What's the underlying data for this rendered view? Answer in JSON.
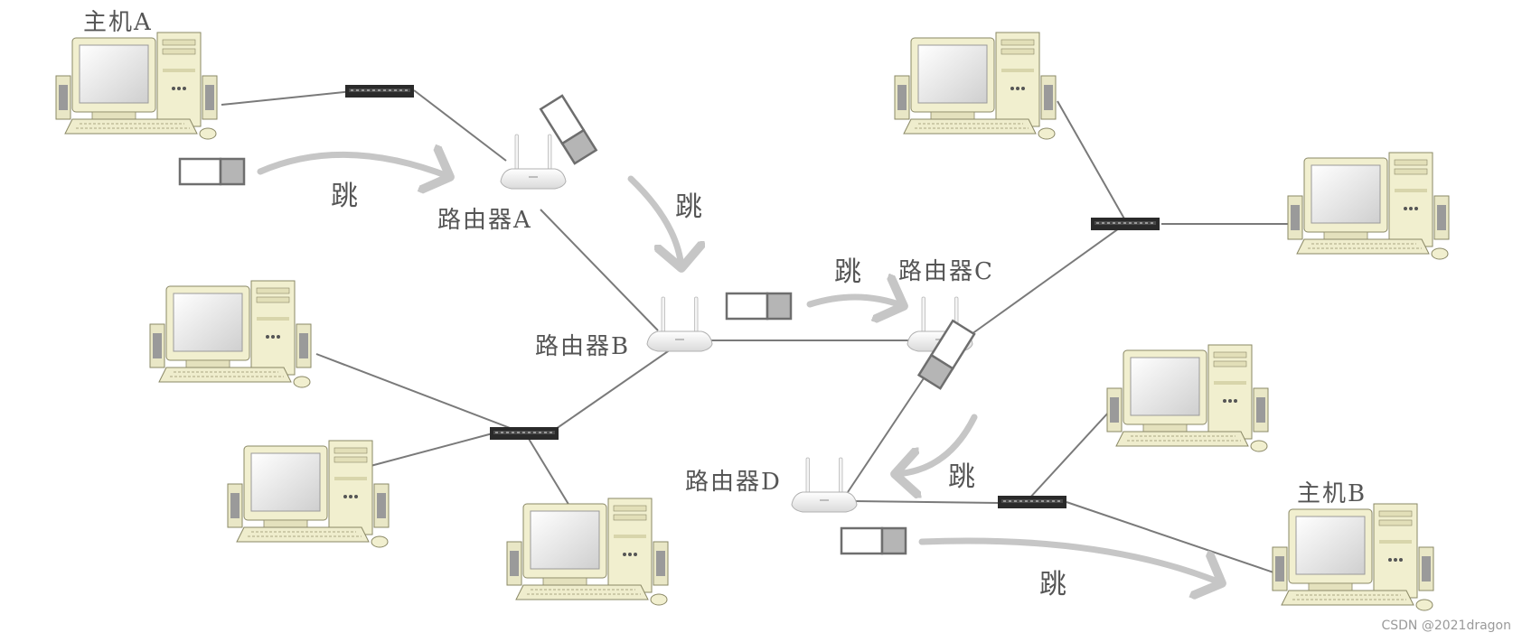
{
  "nodes": {
    "host_a": {
      "label": "主机A"
    },
    "host_b": {
      "label": "主机B"
    },
    "router_a": {
      "label": "路由器A"
    },
    "router_b": {
      "label": "路由器B"
    },
    "router_c": {
      "label": "路由器C"
    },
    "router_d": {
      "label": "路由器D"
    }
  },
  "hops": {
    "hop_1": "跳",
    "hop_2": "跳",
    "hop_3": "跳",
    "hop_4": "跳",
    "hop_5": "跳"
  },
  "watermark": "CSDN @2021dragon",
  "colors": {
    "cable": "#7a7a7a",
    "arrow": "#c6c6c6",
    "packet_border": "#6e6e6e",
    "packet_fill": "#b5b5b5",
    "computer_body": "#f1efcf",
    "switch": "#2a2a2a",
    "router": "#ffffff"
  }
}
